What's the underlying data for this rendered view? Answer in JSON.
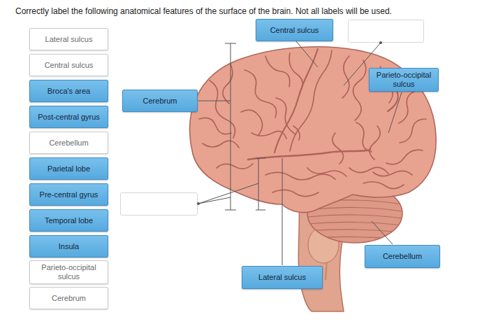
{
  "diagram": {
    "title": "Correctly label the following anatomical features of the surface of the brain. Not all labels will be used.",
    "nodes": [
      {
        "text": [
          "Lateral sulcus"
        ]
      },
      {
        "text": [
          "Central sulcus"
        ]
      },
      {
        "text": [
          "Broca's area"
        ]
      },
      {
        "text": [
          "Post-central gyrus"
        ]
      },
      {
        "text": [
          "Cerebellum"
        ]
      },
      {
        "text": [
          "Parietal lobe"
        ]
      },
      {
        "text": [
          "Pre-central gyrus"
        ]
      },
      {
        "text": [
          "Temporal lobe"
        ]
      },
      {
        "text": [
          "Insula"
        ]
      },
      {
        "text": [
          "Parieto-occipital sulcus"
        ]
      },
      {
        "text": [
          "Cerebrum"
        ]
      },
      {
        "text": [
          "Central sulcus"
        ]
      },
      {
        "text": [
          "Parieto-occipital sulcus"
        ]
      },
      {
        "text": [
          "Cerebrum"
        ]
      },
      {
        "text": [
          "Cerebellum"
        ]
      },
      {
        "text": [
          "Lateral sulcus"
        ]
      }
    ]
  }
}
